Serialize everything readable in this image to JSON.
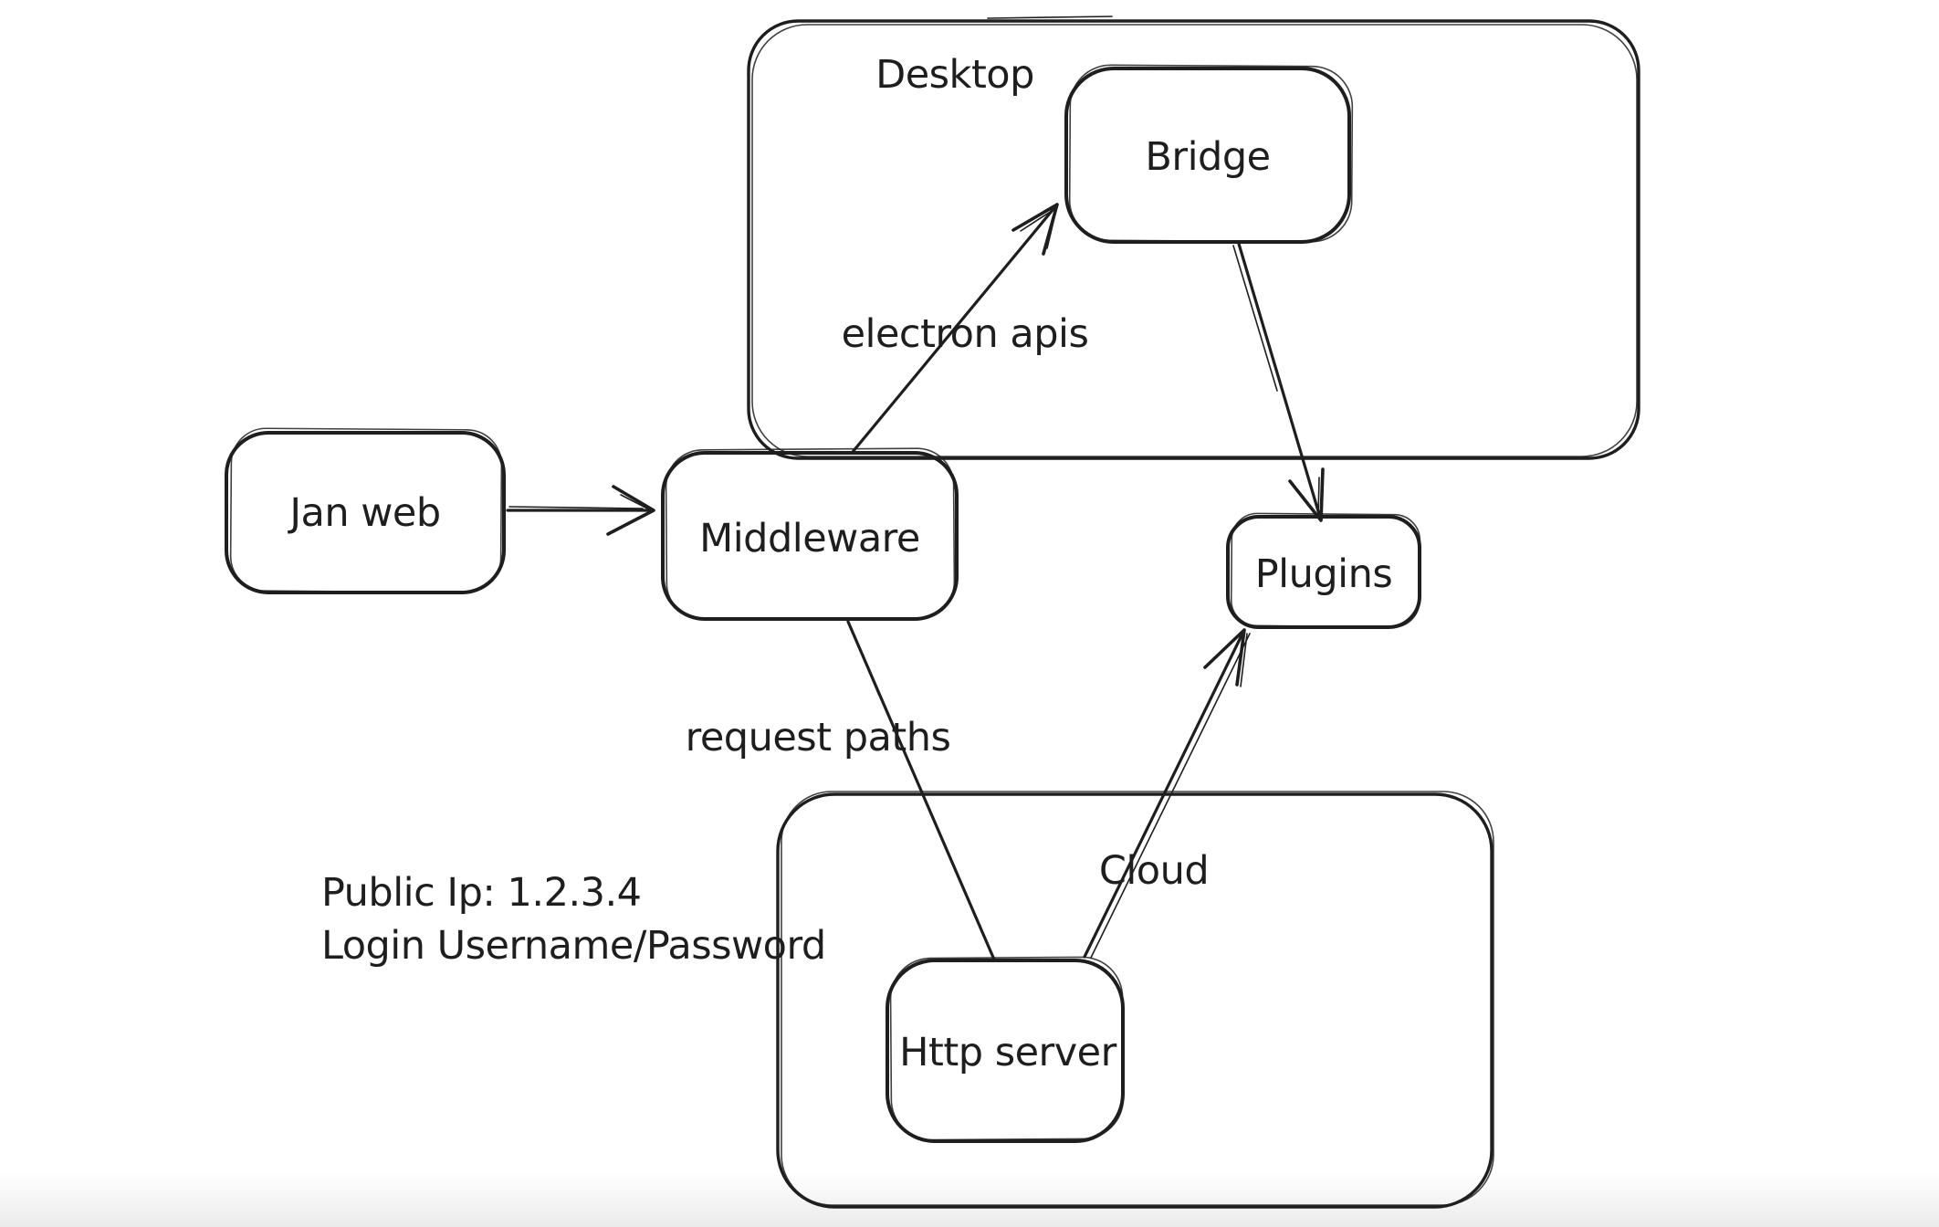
{
  "canvas": {
    "background_color": "#ffffff",
    "stroke_color": "#1e1e1e",
    "bottom_fade_color": "#ebebeb"
  },
  "containers": [
    {
      "id": "desktop",
      "label": "Desktop",
      "contains": [
        "Bridge"
      ]
    },
    {
      "id": "cloud",
      "label": "Cloud",
      "contains": [
        "Http server"
      ]
    }
  ],
  "nodes": [
    {
      "id": "jan-web",
      "label": "Jan web"
    },
    {
      "id": "middleware",
      "label": "Middleware"
    },
    {
      "id": "bridge",
      "label": "Bridge"
    },
    {
      "id": "plugins",
      "label": "Plugins"
    },
    {
      "id": "http-server",
      "label": "Http server"
    }
  ],
  "edges": [
    {
      "id": "jan-web-to-middleware",
      "from": "Jan web",
      "to": "Middleware",
      "label": ""
    },
    {
      "id": "middleware-to-bridge",
      "from": "Middleware",
      "to": "Bridge",
      "label": "electron apis"
    },
    {
      "id": "bridge-to-plugins",
      "from": "Bridge",
      "to": "Plugins",
      "label": ""
    },
    {
      "id": "http-server-to-plugins",
      "from": "Http server",
      "to": "Plugins",
      "label": ""
    },
    {
      "id": "middleware-to-http-server",
      "from": "Middleware",
      "to": "Http server",
      "label": "request paths"
    }
  ],
  "annotations": [
    {
      "id": "credentials",
      "lines": [
        "Public Ip: 1.2.3.4",
        "Login Username/Password"
      ]
    }
  ]
}
